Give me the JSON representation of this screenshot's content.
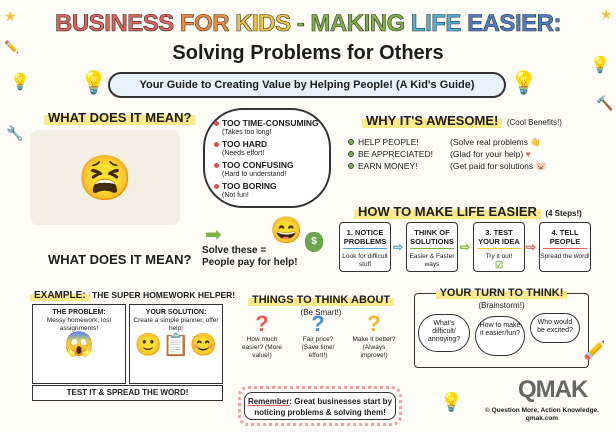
{
  "header": {
    "title_words": [
      {
        "text": "BUSINESS ",
        "color": "#e0605a"
      },
      {
        "text": "FOR ",
        "color": "#f08a3c"
      },
      {
        "text": "KIDS ",
        "color": "#f2c43a"
      },
      {
        "text": "- MAKING ",
        "color": "#7cb342"
      },
      {
        "text": "LIFE ",
        "color": "#4fb3d9"
      },
      {
        "text": "EASIER:",
        "color": "#4a7fc8"
      }
    ],
    "subtitle": "Solving Problems for Others",
    "guide": "Your Guide to Creating Value by Helping People! (A Kid's Guide)"
  },
  "meaning": {
    "heading": "WHAT DOES IT MEAN?",
    "caption": "WHAT DOES IT MEAN?",
    "problems": [
      {
        "title": "TOO TIME-CONSUMING",
        "note": "(Takes too long!"
      },
      {
        "title": "TOO HARD",
        "note": "(Needs effort!"
      },
      {
        "title": "TOO CONFUSING",
        "note": "(Hard to understand!"
      },
      {
        "title": "TOO BORING",
        "note": "(Not fun!"
      }
    ],
    "solve_line1": "Solve these =",
    "solve_line2": "People pay for help!",
    "money_symbol": "$"
  },
  "awesome": {
    "heading": "WHY IT'S AWESOME!",
    "subheading": "(Cool Benefits!)",
    "items": [
      {
        "label": "HELP PEOPLE!",
        "note": "(Solve real problems"
      },
      {
        "label": "BE APPRECIATED!",
        "note": "(Glad for your help)"
      },
      {
        "label": "EARN MONEY!",
        "note": "(Get paid for solutions"
      }
    ]
  },
  "steps": {
    "heading": "HOW TO MAKE LIFE EASIER",
    "subheading": "(4 Steps!)",
    "items": [
      {
        "title": "1. NOTICE PROBLEMS",
        "desc": "Look for difficult stuff",
        "color": "#4fa3d9"
      },
      {
        "title": "THINK OF SOLUTIONS",
        "desc": "Easier & Faster ways",
        "color": "#7cb342"
      },
      {
        "title": "3. TEST YOUR IDEA",
        "desc": "Try it out!",
        "color": "#f2c43a"
      },
      {
        "title": "4. TELL PEOPLE",
        "desc": "Spread the word!",
        "color": "#e0605a"
      }
    ]
  },
  "example": {
    "label": "EXAMPLE:",
    "heading": "THE SUPER HOMEWORK HELPER!",
    "problem_title": "THE PROBLEM:",
    "problem_desc": "Messy homework, lost assignments!",
    "solution_title": "YOUR SOLUTION:",
    "solution_desc": "Create a simple planner, offer help!",
    "footer": "TEST IT & SPREAD THE WORD!"
  },
  "think": {
    "heading": "THINGS TO THINK ABOUT",
    "subheading": "(Be Smart!)",
    "items": [
      {
        "mark": "?",
        "text": "How much easier? (More value!)",
        "color": "#e0605a"
      },
      {
        "mark": "?",
        "text": "Fair price? (Save time/ effort!)",
        "color": "#4a90d9"
      },
      {
        "mark": "?",
        "text": "Make it better? (Always improve!)",
        "color": "#f2b530"
      }
    ]
  },
  "remember": {
    "label": "Remember",
    "text": ": Great businesses start by noticing problems & solving them!"
  },
  "your_turn": {
    "heading": "YOUR TURN TO THINK!",
    "subheading": "(Brainstorm!)",
    "bubbles": [
      "What's difficult/ annoying?",
      "How to make it easier/fun?",
      "Who would be excited?"
    ]
  },
  "brand": {
    "logo": "QMAK",
    "tagline": "© Question More, Action Knowledge.",
    "url": "qmak.com"
  }
}
